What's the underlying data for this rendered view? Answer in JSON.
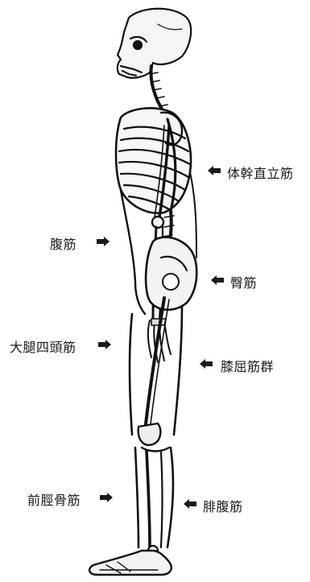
{
  "labels": {
    "erector_spinae": "体幹直立筋",
    "abdominal": "腹筋",
    "gluteal": "臀筋",
    "quadriceps": "大腿四頭筋",
    "hamstrings": "膝屈筋群",
    "tibialis_anterior": "前脛骨筋",
    "gastrocnemius": "腓腹筋"
  },
  "arrow_color": "#1a1a1a",
  "ink_color": "#111111"
}
